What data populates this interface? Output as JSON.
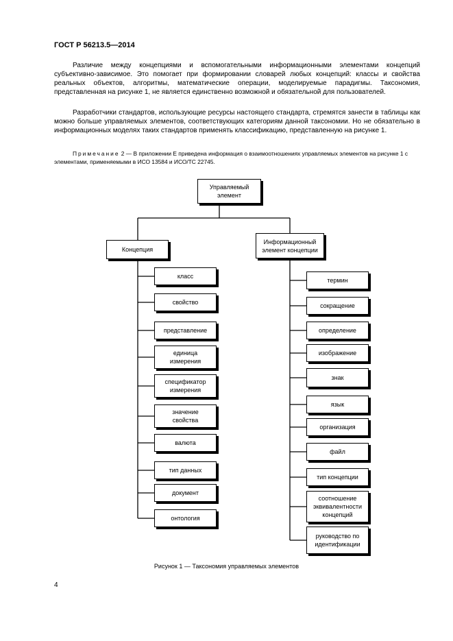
{
  "header": {
    "doc_id": "ГОСТ Р 56213.5—2014"
  },
  "paragraphs": [
    "Различие между концепциями и вспомогательными информационными элементами концепций субъективно-зависимое. Это помогает при формировании словарей любых концепций: классы и свойства реальных объектов, алгоритмы, математические операции, моделируемые парадигмы. Таксономия, представленная на рисунке 1, не является единственно возможной и обязательной для пользователей.",
    "Разработчики стандартов, использующие ресурсы настоящего стандарта, стремятся занести в таблицы как можно больше управляемых элементов, соответствующих категориям данной таксономии. Но не обязательно в информационных моделях таких стандартов применять классификацию, представленную на рисунке 1."
  ],
  "note": {
    "label": "Примечание",
    "text": " 2 — В приложении Е приведена информация о взаимоотношениях управляемых элементов на рисунке 1 с элементами, применяемыми в ИСО 13584 и ИСО/ТС 22745."
  },
  "diagram": {
    "root": [
      "Управляемый",
      "элемент"
    ],
    "left_branch": [
      "Концепция"
    ],
    "right_branch": [
      "Информационный",
      "элемент концепции"
    ],
    "left_items": [
      [
        "класс"
      ],
      [
        "свойство"
      ],
      [
        "представление"
      ],
      [
        "единица",
        "измерения"
      ],
      [
        "спецификатор",
        "измерения"
      ],
      [
        "значение",
        "свойства"
      ],
      [
        "валюта"
      ],
      [
        "тип данных"
      ],
      [
        "документ"
      ],
      [
        "онтология"
      ]
    ],
    "right_items": [
      [
        "термин"
      ],
      [
        "сокращение"
      ],
      [
        "определение"
      ],
      [
        "изображение"
      ],
      [
        "знак"
      ],
      [
        "язык"
      ],
      [
        "организация"
      ],
      [
        "файл"
      ],
      [
        "тип концепции"
      ],
      [
        "соотношение",
        "эквивалентности",
        "концепций"
      ],
      [
        "руководство по",
        "идентификации"
      ]
    ]
  },
  "caption": "Рисунок 1 — Таксономия управляемых элементов",
  "page_number": "4"
}
